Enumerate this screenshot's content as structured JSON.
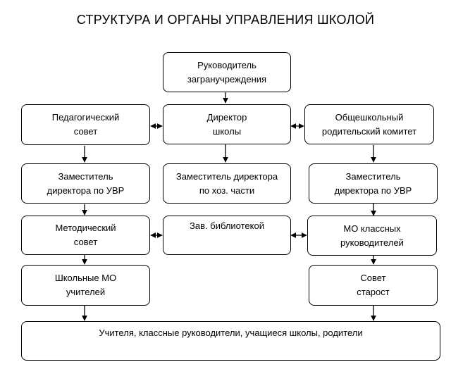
{
  "title": "СТРУКТУРА И ОРГАНЫ УПРАВЛЕНИЯ ШКОЛОЙ",
  "nodes": {
    "head_institution": [
      "Руководитель",
      "загранучреждения"
    ],
    "pedagogical_council": [
      "Педагогический",
      "совет"
    ],
    "school_director": [
      "Директор",
      "школы"
    ],
    "parent_committee": [
      "Общешкольный",
      "родительский комитет"
    ],
    "deputy_uvr_left": [
      "Заместитель",
      "директора по УВР"
    ],
    "deputy_household": [
      "Заместитель директора",
      "по хоз. части"
    ],
    "deputy_uvr_right": [
      "Заместитель",
      "директора по УВР"
    ],
    "methodical_council": [
      "Методический",
      "совет"
    ],
    "librarian": [
      "Зав. библиотекой"
    ],
    "mo_class_teachers": [
      "МО классных",
      "руководителей"
    ],
    "school_mo_teachers": [
      "Школьные МО",
      "учителей"
    ],
    "council_heads": [
      "Совет",
      "старост"
    ],
    "participants": [
      "Учителя, классные руководители, учащиеся школы, родители"
    ]
  }
}
